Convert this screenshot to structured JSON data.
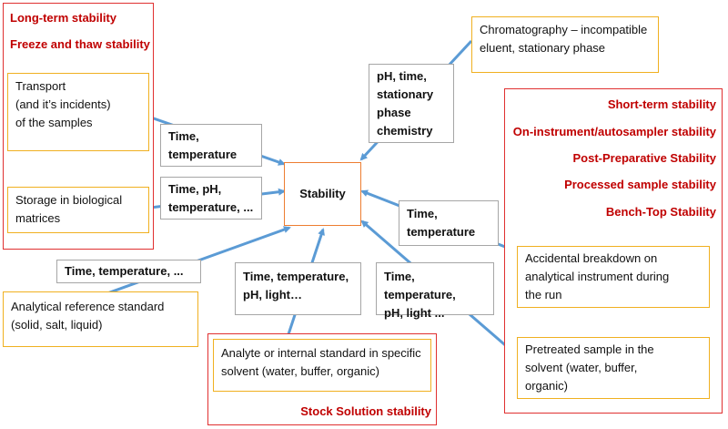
{
  "center": {
    "label": "Stability"
  },
  "red_groups": {
    "left": [
      "Long-term stability",
      "Freeze and thaw stability"
    ],
    "right": [
      "Short-term stability",
      "On-instrument/autosampler stability",
      "Post-Preparative Stability",
      "Processed sample stability",
      "Bench-Top Stability"
    ],
    "bottom": [
      "Stock Solution stability"
    ]
  },
  "sources": {
    "transport": "Transport\n(and  it’s incidents)\nof the samples",
    "storage": "Storage in biological\nmatrices",
    "reference": "Analytical reference standard\n(solid, salt, liquid)",
    "analyte": "Analyte or internal standard in specific\nsolvent (water, buffer, organic)",
    "pretreated": "Pretreated sample in the\nsolvent (water, buffer,\norganic)",
    "accidental": "Accidental breakdown on\nanalytical instrument during\nthe run",
    "chromatography": "Chromatography – incompatible\neluent, stationary phase"
  },
  "factors": {
    "transport": "Time,\ntemperature",
    "storage": "Time, pH,\ntemperature, ...",
    "reference": "Time, temperature, ...",
    "analyte": "Time, temperature,\npH, light…",
    "pretreated": "Time, temperature,\npH, light ...",
    "accidental": "Time,\ntemperature",
    "chromatography": "pH, time,\nstationary\nphase\nchemistry"
  },
  "colors": {
    "arrow": "#5b9bd5",
    "red_border": "#e03030",
    "gold_border": "#f0b020",
    "gray_border": "#a6a6a6",
    "center_border": "#ed7d31",
    "red_text": "#c00000"
  }
}
